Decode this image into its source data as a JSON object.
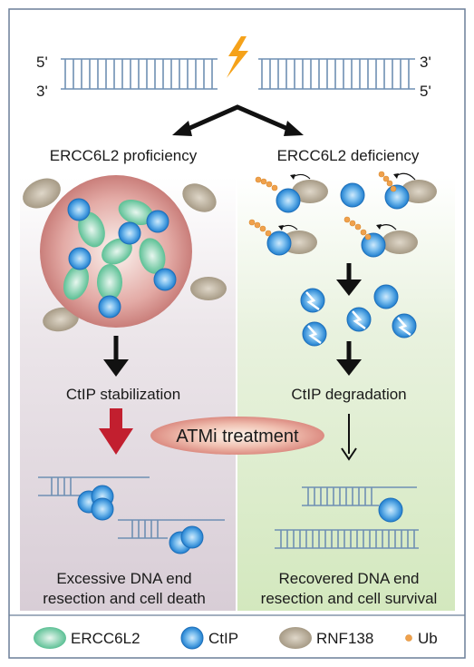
{
  "dna_top": {
    "left_5prime": "5'",
    "left_3prime": "3'",
    "right_3prime": "3'",
    "right_5prime": "5'"
  },
  "left_panel": {
    "heading": "ERCC6L2 proficiency",
    "step_label": "CtIP stabilization",
    "outcome_line1": "Excessive DNA end",
    "outcome_line2": "resection and cell death"
  },
  "right_panel": {
    "heading": "ERCC6L2 deficiency",
    "step_label": "CtIP degradation",
    "outcome_line1": "Recovered DNA end",
    "outcome_line2": "resection and cell survival"
  },
  "center": {
    "treatment_label": "ATMi treatment"
  },
  "legend": {
    "items": [
      {
        "label": "ERCC6L2",
        "icon": "green-oval"
      },
      {
        "label": "CtIP",
        "icon": "blue-sphere"
      },
      {
        "label": "RNF138",
        "icon": "tan-oval"
      },
      {
        "label": "Ub",
        "icon": "orange-dot"
      }
    ]
  },
  "colors": {
    "dna": "#6f8fb3",
    "left_bg": "#ddd3dc",
    "right_bg": "#dcebc9",
    "ercc6l2": "#7fcca7",
    "ctip": "#3a95d8",
    "rnf138": "#b9ad9a",
    "ub": "#f0a14c",
    "red_arrow": "#c21f2f",
    "bolt": "#f5a21a",
    "frame": "#6b7f99"
  }
}
